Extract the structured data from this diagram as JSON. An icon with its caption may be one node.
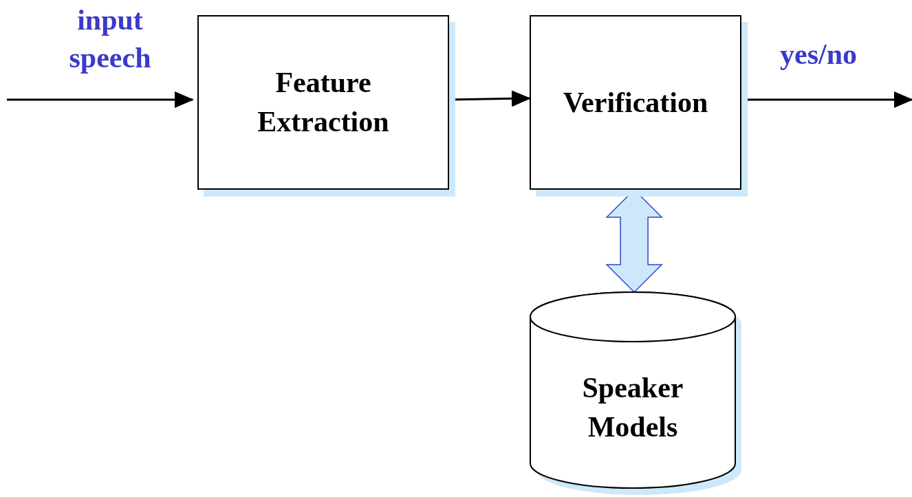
{
  "diagram": {
    "nodes": [
      {
        "text": [
          "Feature Extraction"
        ]
      },
      {
        "text": [
          "Verification"
        ]
      },
      {
        "text": [
          "Speaker Models"
        ]
      }
    ],
    "edges": [
      {
        "from": null,
        "to": 0,
        "arrow": "to",
        "label": "input speech"
      },
      {
        "from": 0,
        "to": 1,
        "arrow": "to"
      },
      {
        "from": 1,
        "to": null,
        "arrow": "to",
        "label": "yes/no"
      },
      {
        "from": 1,
        "to": 2,
        "arrow": "both",
        "style": "thick",
        "color": "#3344cc"
      }
    ]
  }
}
